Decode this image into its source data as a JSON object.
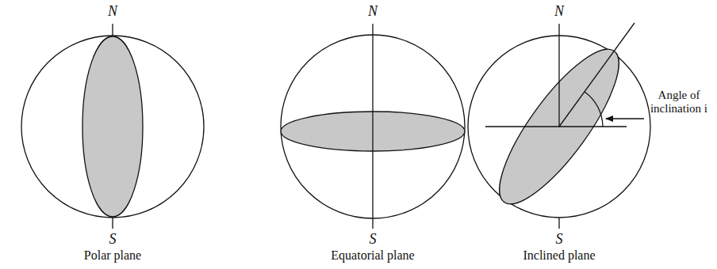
{
  "diagram": {
    "labels": [
      "N",
      "S",
      "Polar plane",
      "N",
      "S",
      "Equatorial plane",
      "N",
      "S",
      "Angle of inclination i",
      "Inclined plane"
    ]
  }
}
